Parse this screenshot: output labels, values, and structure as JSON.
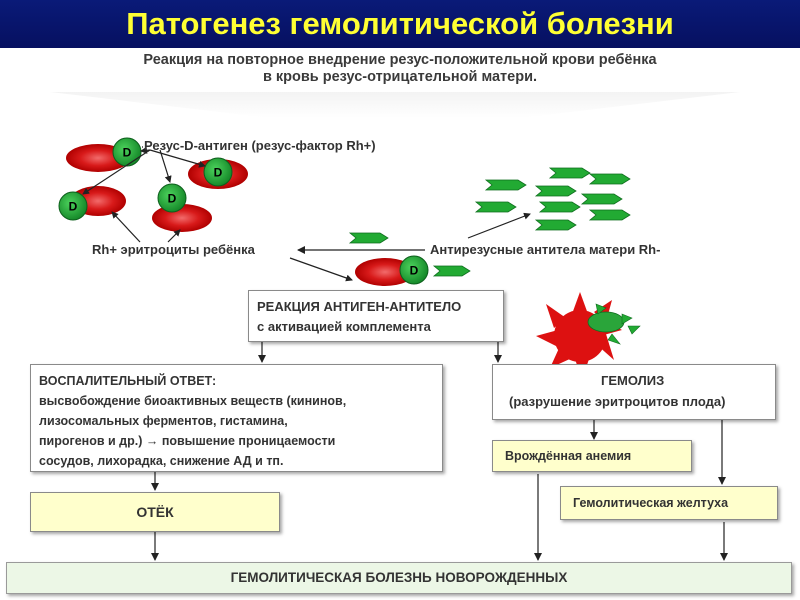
{
  "title": "Патогенез гемолитической болезни",
  "subtitle": {
    "line1": "Реакция на повторное внедрение резус-положительной крови ребёнка",
    "line2": "в кровь резус-отрицательной матери."
  },
  "labels": {
    "antigen": "Резус-D-антиген (резус-фактор Rh+)",
    "erythrocytes": "Rh+ эритроциты ребёнка",
    "antibodies": "Антирезусные антитела матери Rh-",
    "d": "D"
  },
  "boxes": {
    "reaction": {
      "line1": "РЕАКЦИЯ АНТИГЕН-АНТИТЕЛО",
      "line2": "с активацией комплемента"
    },
    "inflammation": {
      "title": "ВОСПАЛИТЕЛЬНЫЙ ОТВЕТ:",
      "line1": "высвобождение биоактивных веществ (кининов,",
      "line2": "лизосомальных ферментов, гистамина,",
      "line3": "пирогенов и др.) → повышение проницаемости",
      "line4": "сосудов, лихорадка, снижение АД и тп."
    },
    "hemolysis": {
      "title": "ГЕМОЛИЗ",
      "line1": "(разрушение эритроцитов плода)"
    },
    "anemia": "Врождённая анемия",
    "jaundice": "Гемолитическая желтуха",
    "edema": "ОТЁК",
    "disease": "ГЕМОЛИТИЧЕСКАЯ БОЛЕЗНЬ НОВОРОЖДЕННЫХ"
  },
  "colors": {
    "header_bg": "#0a1a78",
    "title": "#ffff33",
    "erythrocyte": "#cc0000",
    "antigen": "#1faa3a",
    "antibody": "#22aa33",
    "sun": "#dd1111"
  }
}
